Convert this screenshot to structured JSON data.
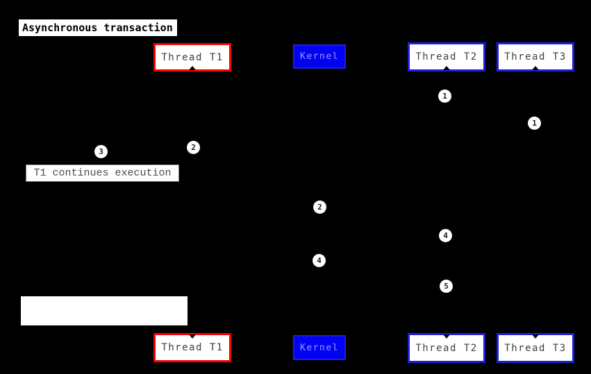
{
  "colors": {
    "background": "#000000",
    "red": "#fa0000",
    "blue": "#1f1fdd",
    "kernel_fill": "#0202f2",
    "kernel_text": "#9999ff"
  },
  "title": {
    "label": "Asynchronous transaction"
  },
  "actors": {
    "thread_t1": "Thread T1",
    "kernel": "Kernel",
    "thread_t2": "Thread T2",
    "thread_t3": "Thread T3"
  },
  "notes": {
    "t1_continues": "T1 continues execution",
    "bottom_blank": ""
  },
  "markers": [
    {
      "id": "step-1-thread-t2",
      "label": "1"
    },
    {
      "id": "step-1-thread-t3",
      "label": "1"
    },
    {
      "id": "step-2-thread-t1",
      "label": "2"
    },
    {
      "id": "step-3-left-of-t1",
      "label": "3"
    },
    {
      "id": "step-2-kernel",
      "label": "2"
    },
    {
      "id": "step-4-kernel",
      "label": "4"
    },
    {
      "id": "step-4-thread-t2",
      "label": "4"
    },
    {
      "id": "step-5-thread-t2",
      "label": "5"
    }
  ]
}
